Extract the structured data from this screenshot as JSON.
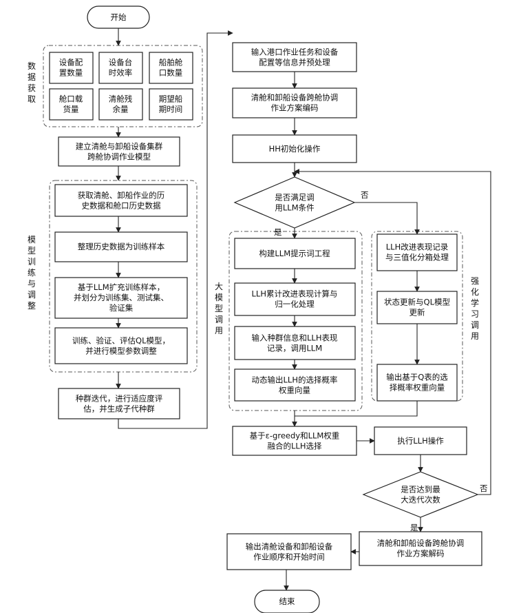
{
  "nodes": {
    "start": {
      "text": "开始"
    },
    "data1": {
      "lines": [
        "设备配",
        "置数量"
      ]
    },
    "data2": {
      "lines": [
        "设备台",
        "时效率"
      ]
    },
    "data3": {
      "lines": [
        "船舶舱",
        "口数量"
      ]
    },
    "data4": {
      "lines": [
        "舱口载",
        "货量"
      ]
    },
    "data5": {
      "lines": [
        "清舱残",
        "余量"
      ]
    },
    "data6": {
      "lines": [
        "期望船",
        "期时间"
      ]
    },
    "model": {
      "lines": [
        "建立清舱与卸船设备集群",
        "跨舱协调作业模型"
      ]
    },
    "hist": {
      "lines": [
        "获取清舱、卸船作业的历",
        "史数据和舱口历史数据"
      ]
    },
    "sample": {
      "lines": [
        "整理历史数据为训练样本"
      ]
    },
    "expand": {
      "lines": [
        "基于LLM扩充训练样本，",
        "并划分为训练集、测试集、",
        "验证集"
      ]
    },
    "train": {
      "lines": [
        "训练、验证、评估QL模型，",
        "并进行模型参数调整"
      ]
    },
    "iterate": {
      "lines": [
        "种群迭代，进行适应度评",
        "估，并生成子代种群"
      ]
    },
    "input": {
      "lines": [
        "输入港口作业任务和设备",
        "配置等信息并预处理"
      ]
    },
    "encode": {
      "lines": [
        "清舱和卸船设备跨舱协调",
        "作业方案编码"
      ]
    },
    "init": {
      "lines": [
        "HH初始化操作"
      ]
    },
    "cond": {
      "lines": [
        "是否满足调",
        "用LLM条件"
      ]
    },
    "prompt": {
      "lines": [
        "构建LLM提示词工程"
      ]
    },
    "accum": {
      "lines": [
        "LLH累计改进表现计算与",
        "归一化处理"
      ]
    },
    "call": {
      "lines": [
        "输入种群信息和LLH表现",
        "记录，调用LLM"
      ]
    },
    "dyn": {
      "lines": [
        "动态输出LLH的选择概率",
        "权重向量"
      ]
    },
    "rec": {
      "lines": [
        "LLH改进表现记录",
        "与三值化分箱处理"
      ]
    },
    "qupdate": {
      "lines": [
        "状态更新与QL模型",
        "更新"
      ]
    },
    "qout": {
      "lines": [
        "输出基于Q表的选",
        "择概率权重向量"
      ]
    },
    "select": {
      "lines": [
        "基于ε-greedy和LLM权重",
        "融合的LLH选择"
      ]
    },
    "exec": {
      "lines": [
        "执行LLH操作"
      ]
    },
    "maxiter": {
      "lines": [
        "是否达到最",
        "大迭代次数"
      ]
    },
    "decode": {
      "lines": [
        "清舱和卸船设备跨舱协调",
        "作业方案解码"
      ]
    },
    "output": {
      "lines": [
        "输出清舱设备和卸船设备",
        "作业顺序和开始时间"
      ]
    },
    "end": {
      "text": "结束"
    }
  },
  "groups": {
    "data": {
      "label": [
        "数",
        "据",
        "获",
        "取"
      ]
    },
    "trainAdj": {
      "label": [
        "模",
        "型",
        "训",
        "练",
        "与",
        "调",
        "整"
      ]
    },
    "llm": {
      "label": [
        "大",
        "模",
        "型",
        "调",
        "用"
      ]
    },
    "rl": {
      "label": [
        "强",
        "化",
        "学",
        "习",
        "调",
        "用"
      ]
    }
  },
  "edges": {
    "no1": "否",
    "yes1": "是",
    "yes2": "是",
    "no2": "否"
  }
}
